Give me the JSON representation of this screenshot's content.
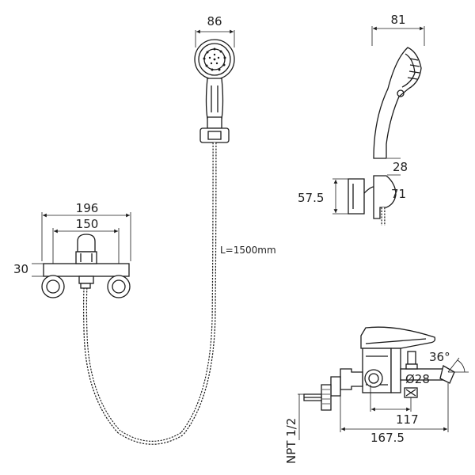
{
  "dimensions": {
    "handshower_width": "86",
    "side_width": "81",
    "side_height_upper": "28",
    "holder_height": "71",
    "holder_offset": "57.5",
    "overall_width": "196",
    "center_distance": "150",
    "body_height": "30",
    "hose_length": "L=1500mm",
    "spout_angle": "36°",
    "outlet_diameter": "Ø28",
    "outlet_projection": "117",
    "overall_depth": "167.5",
    "thread_spec": "NPT 1/2"
  },
  "colors": {
    "line": "#1a1a1a",
    "text": "#222222",
    "background": "#ffffff"
  }
}
